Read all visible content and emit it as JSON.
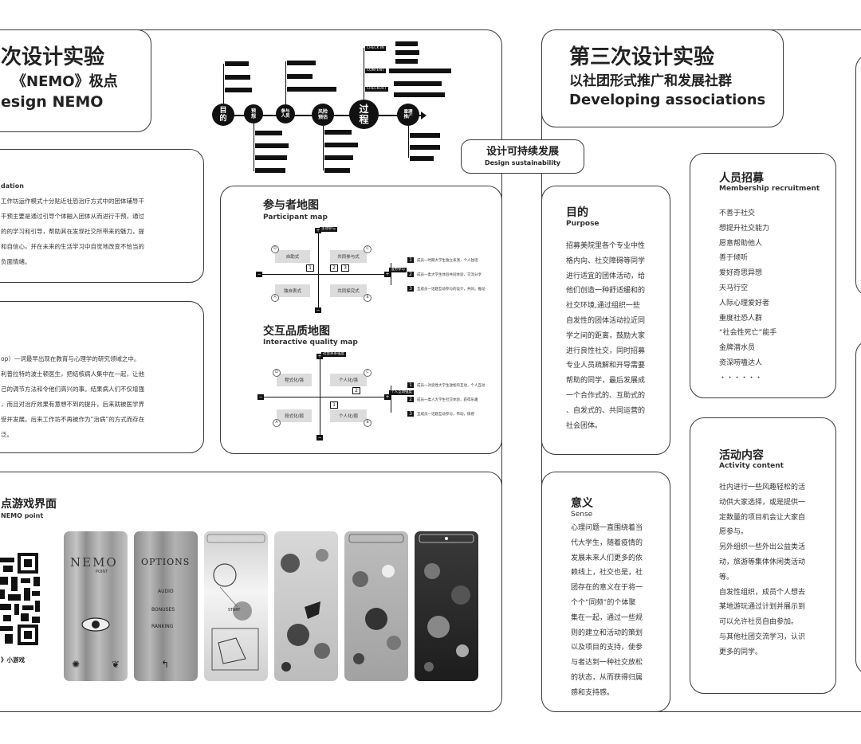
{
  "left_title": {
    "cn": "次设计实验",
    "sub": "《NEMO》极点",
    "en": "esign NEMO"
  },
  "foundation": {
    "en": "dation",
    "lines": [
      "工作坊运作模式十分贴近社恐治疗方式中的团体辅导干",
      "干预主要是通过引导个体融入团体从而进行干预，通过",
      "的的学习和引导，帮助其在发现社交所带来的魅力，提",
      "和自信心，并在未来的生活学习中自觉地改变不恰当的",
      "负面情绪。"
    ]
  },
  "workshop": {
    "lines": [
      "op）一词最早出现在教育与心理学的研究领域之中。",
      "利普拉特的波士顿医生，把结核病人集中在一起，让他",
      "己的调节方法和令他们高兴的事。结果病人们不仅增强",
      "，而且对治疗效果有意想不到的提升，后来就被医学界",
      "受并发展。后来工作坊不再被作为“治病”的方式而存在",
      "泛。"
    ]
  },
  "flow": {
    "nodes": [
      {
        "label": "目\n的"
      },
      {
        "label": "预\n想"
      },
      {
        "label": "参与\n人员"
      },
      {
        "label": "风险\n预估"
      },
      {
        "label": "过\n程"
      },
      {
        "label": "章理\n推广"
      }
    ],
    "mid_tags": [
      "CHECK IN",
      "CONTENT",
      "CHECKOUT"
    ]
  },
  "participant_map": {
    "title_cn": "参与者地图",
    "title_en": "Participant map",
    "top_tag": "主动参与",
    "side_tag": "强势参与",
    "cells": [
      "自助式",
      "共同参与式",
      "独自表式",
      "共同探究式"
    ],
    "nums": [
      "1",
      "2",
      "3"
    ],
    "notes": [
      "成员一时期大学生独立表演，个人独话",
      "成员一类大学生体验共同体验，交流分享",
      "互成员一话题互动参与的设计，共同，推动"
    ],
    "letters": [
      "D",
      "C",
      "A",
      "B"
    ],
    "plus": "+",
    "minus": "−"
  },
  "interactive_map": {
    "title_cn": "交互品质地图",
    "title_en": "Interactive quality map",
    "top_tag": "社会关系强度",
    "side_tag": "个人互动强度",
    "cells": [
      "程式化/强",
      "个人化/强",
      "段式化/弱",
      "个人化/弱"
    ],
    "nums": [
      "1",
      "2",
      "3"
    ],
    "notes": [
      "成员一对良性大学生放松的互动，个人互动",
      "成员一类人大学生社交体验，获得乐趣",
      "互成员一话题互动参与，带动，情感"
    ],
    "letters": [
      "D",
      "C",
      "A",
      "B"
    ],
    "plus": "+",
    "minus": "−"
  },
  "sustain": {
    "cn": "设计可持续发展",
    "en": "Design sustainability"
  },
  "game": {
    "cn": "点游戏界面",
    "en": "NEMO point",
    "qr_caption": "》小游戏",
    "screens": {
      "nemo": "NEMO",
      "point": "POINT",
      "options": "OPTIONS",
      "audio": "AUDIO",
      "bonuses": "BONUSES",
      "ranking": "RANKING",
      "start": "START"
    }
  },
  "right_title": {
    "cn": "第三次设计实验",
    "sub": "以社团形式推广和发展社群",
    "en": "Developing associations"
  },
  "purpose": {
    "cn": "目的",
    "en": "Purpose",
    "lines": [
      "招募美院里各个专业中性",
      "格内向、社交障碍等同学",
      "进行适宜的团体活动，给",
      "他们创造一种舒适缓和的",
      "社交环境,通过组织一些",
      "自发性的团体活动拉近同",
      "学之间的距离，鼓励大家",
      "进行良性社交，同时招募",
      "专业人员疏解和开导需要",
      "帮助的同学，最后发展成",
      "一个合作式的、互助式的",
      "、自发式的、共同运营的",
      "社会团体。"
    ]
  },
  "sense": {
    "cn": "意义",
    "en": "Sense",
    "lines": [
      "心理问题一直围绕着当",
      "代大学生，随着疫情的",
      "发展未来人们更多的依",
      "赖线上，社交也是，社",
      "团存在的意义在于将一",
      "个个“同频”的个体聚",
      "集在一起，通过一些规",
      "则的建立和活动的策划",
      "以及项目的支持，使参",
      "与者达到一种社交放松",
      "的状态，从而获得归属",
      "感和支持感。"
    ]
  },
  "recruit": {
    "cn": "人员招募",
    "en": "Membership recruitment",
    "items": [
      "不善于社交",
      "想提升社交能力",
      "愿意帮助他人",
      "善于倾听",
      "爱好奇思异想",
      "天马行空",
      "人际心理爱好者",
      "重度社恐人群",
      "“社会性死亡”能手",
      "金牌潜水员",
      "资深唠嗑达人",
      "・・・・・・"
    ]
  },
  "activity": {
    "cn": "活动内容",
    "en": "Activity content",
    "lines": [
      "社内进行一些风趣轻松的活",
      "动供大家选择，或是提供一",
      "定数量的项目机会让大家自",
      "愿参与。",
      "另外组织一些外出公益类活",
      "动，旅游等集体休闲类活动",
      "等。",
      "自发性组织，成员个人想去",
      "某地游玩通过计划并展示到",
      "可以允许社员自由参加。",
      "与其他社团交流学习，认识",
      "更多的同学。"
    ]
  }
}
